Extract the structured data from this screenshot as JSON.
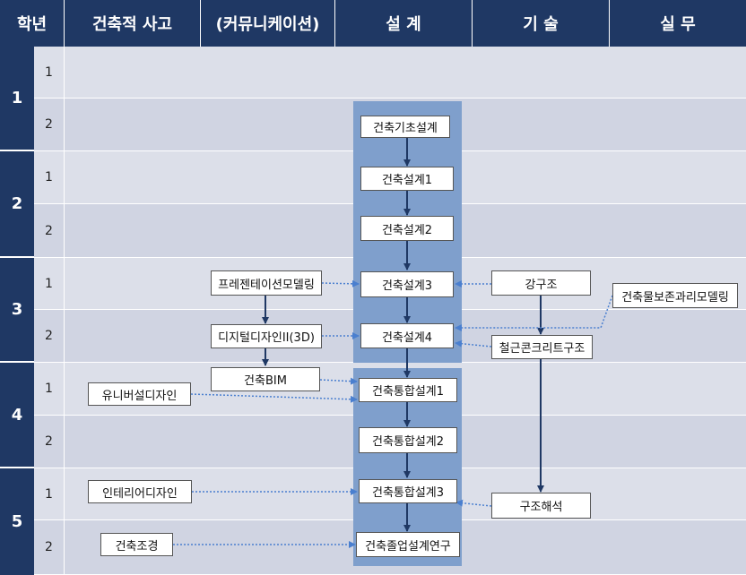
{
  "headers": [
    "학년",
    "건축적 사고",
    "(커뮤니케이션)",
    "설 계",
    "기 술",
    "실 무"
  ],
  "years": [
    "1",
    "2",
    "3",
    "4",
    "5"
  ],
  "semesters": [
    "1",
    "2",
    "1",
    "2",
    "1",
    "2",
    "1",
    "2",
    "1",
    "2"
  ],
  "courses": {
    "design_basic": "건축기초설계",
    "design_1": "건축설계1",
    "design_2": "건축설계2",
    "design_3": "건축설계3",
    "design_4": "건축설계4",
    "integrated_1": "건축통합설계1",
    "integrated_2": "건축통합설계2",
    "integrated_3": "건축통합설계3",
    "graduation": "건축졸업설계연구",
    "presentation_modeling": "프레젠테이션모델링",
    "digital_design_3d": "디지털디자인II(3D)",
    "bim": "건축BIM",
    "universal_design": "유니버설디자인",
    "interior_design": "인테리어디자인",
    "landscape": "건축조경",
    "steel_structure": "강구조",
    "conservation_modeling": "건축물보존과리모델링",
    "rc_structure": "철근콘크리트구조",
    "structural_analysis": "구조해석"
  },
  "colors": {
    "header": "#1f3864",
    "row_light": "#dcdfe9",
    "row_dark": "#d0d4e2",
    "design_band": "#7f9fcc",
    "solid_arrow": "#1f3864",
    "dotted_arrow": "#4a7fcf"
  }
}
